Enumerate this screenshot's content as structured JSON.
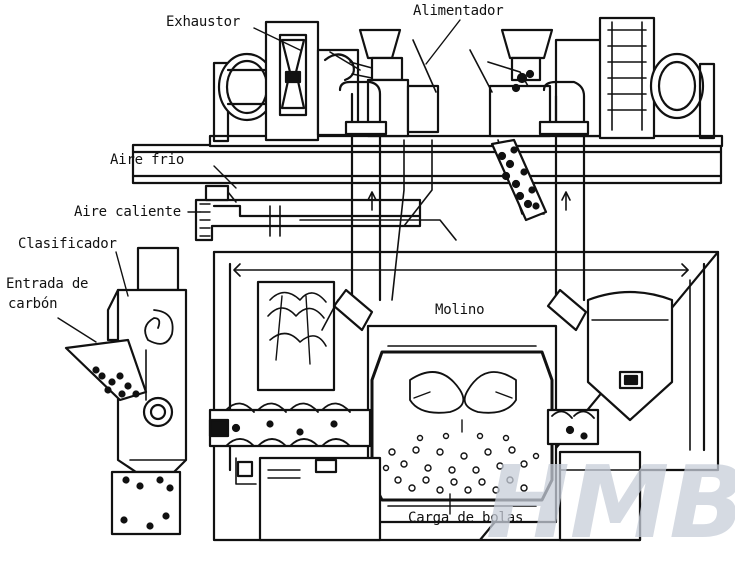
{
  "labels": {
    "exhaustor": "Exhaustor",
    "alimentador": "Alimentador",
    "aire_frio": "Aire frio",
    "aire_caliente": "Aire caliente",
    "clasificador": "Clasificador",
    "entrada_line1": "Entrada de",
    "entrada_line2": "carbón",
    "molino": "Molino",
    "carga_de_bolas": "Carga de bolas"
  },
  "watermark": {
    "text": "HMB",
    "color": "#c7ced9"
  },
  "colors": {
    "ink": "#111111",
    "paper": "#ffffff"
  }
}
